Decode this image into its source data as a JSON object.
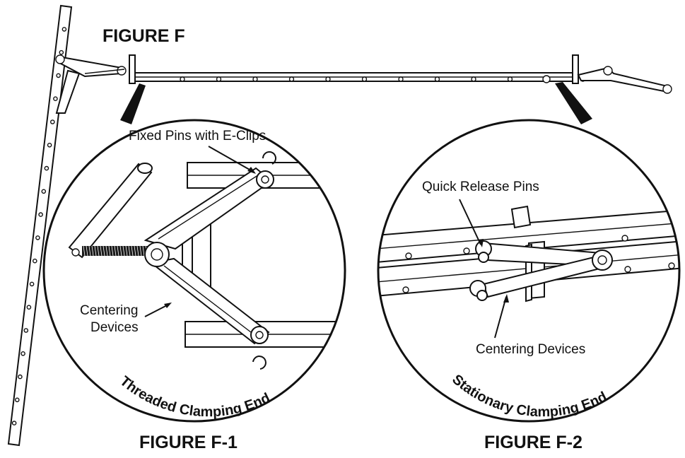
{
  "figure": {
    "title": "FIGURE F",
    "left_detail": {
      "caption": "FIGURE F-1",
      "arc_label": "Threaded Clamping End",
      "callout_top": "Fixed Pins with E-Clips",
      "callout_left": "Centering Devices"
    },
    "right_detail": {
      "caption": "FIGURE F-2",
      "arc_label": "Stationary Clamping End",
      "callout_top": "Quick Release Pins",
      "callout_bottom": "Centering Devices"
    }
  },
  "colors": {
    "line": "#111111",
    "background": "#ffffff"
  }
}
